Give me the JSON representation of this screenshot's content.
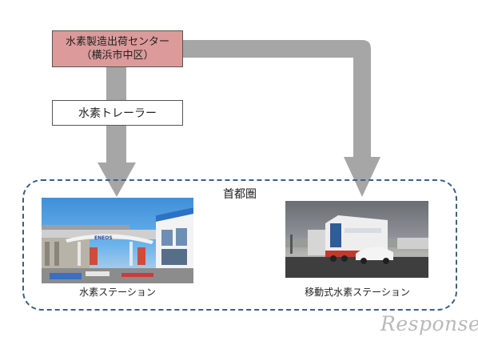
{
  "source": {
    "name": "水素製造出荷センター",
    "location": "（横浜市中区）"
  },
  "trailer": {
    "label": "水素トレーラー"
  },
  "region": {
    "label": "首都圏"
  },
  "stations": [
    {
      "caption": "水素ステーション"
    },
    {
      "caption": "移動式水素ステーション"
    }
  ],
  "photo_a": {
    "sign_text": "ENEOS"
  },
  "watermark": {
    "text": "Response."
  },
  "colors": {
    "source_fill": "#dc9a9a",
    "arrow": "#a6a6a6",
    "region_border": "#3d5f84"
  }
}
